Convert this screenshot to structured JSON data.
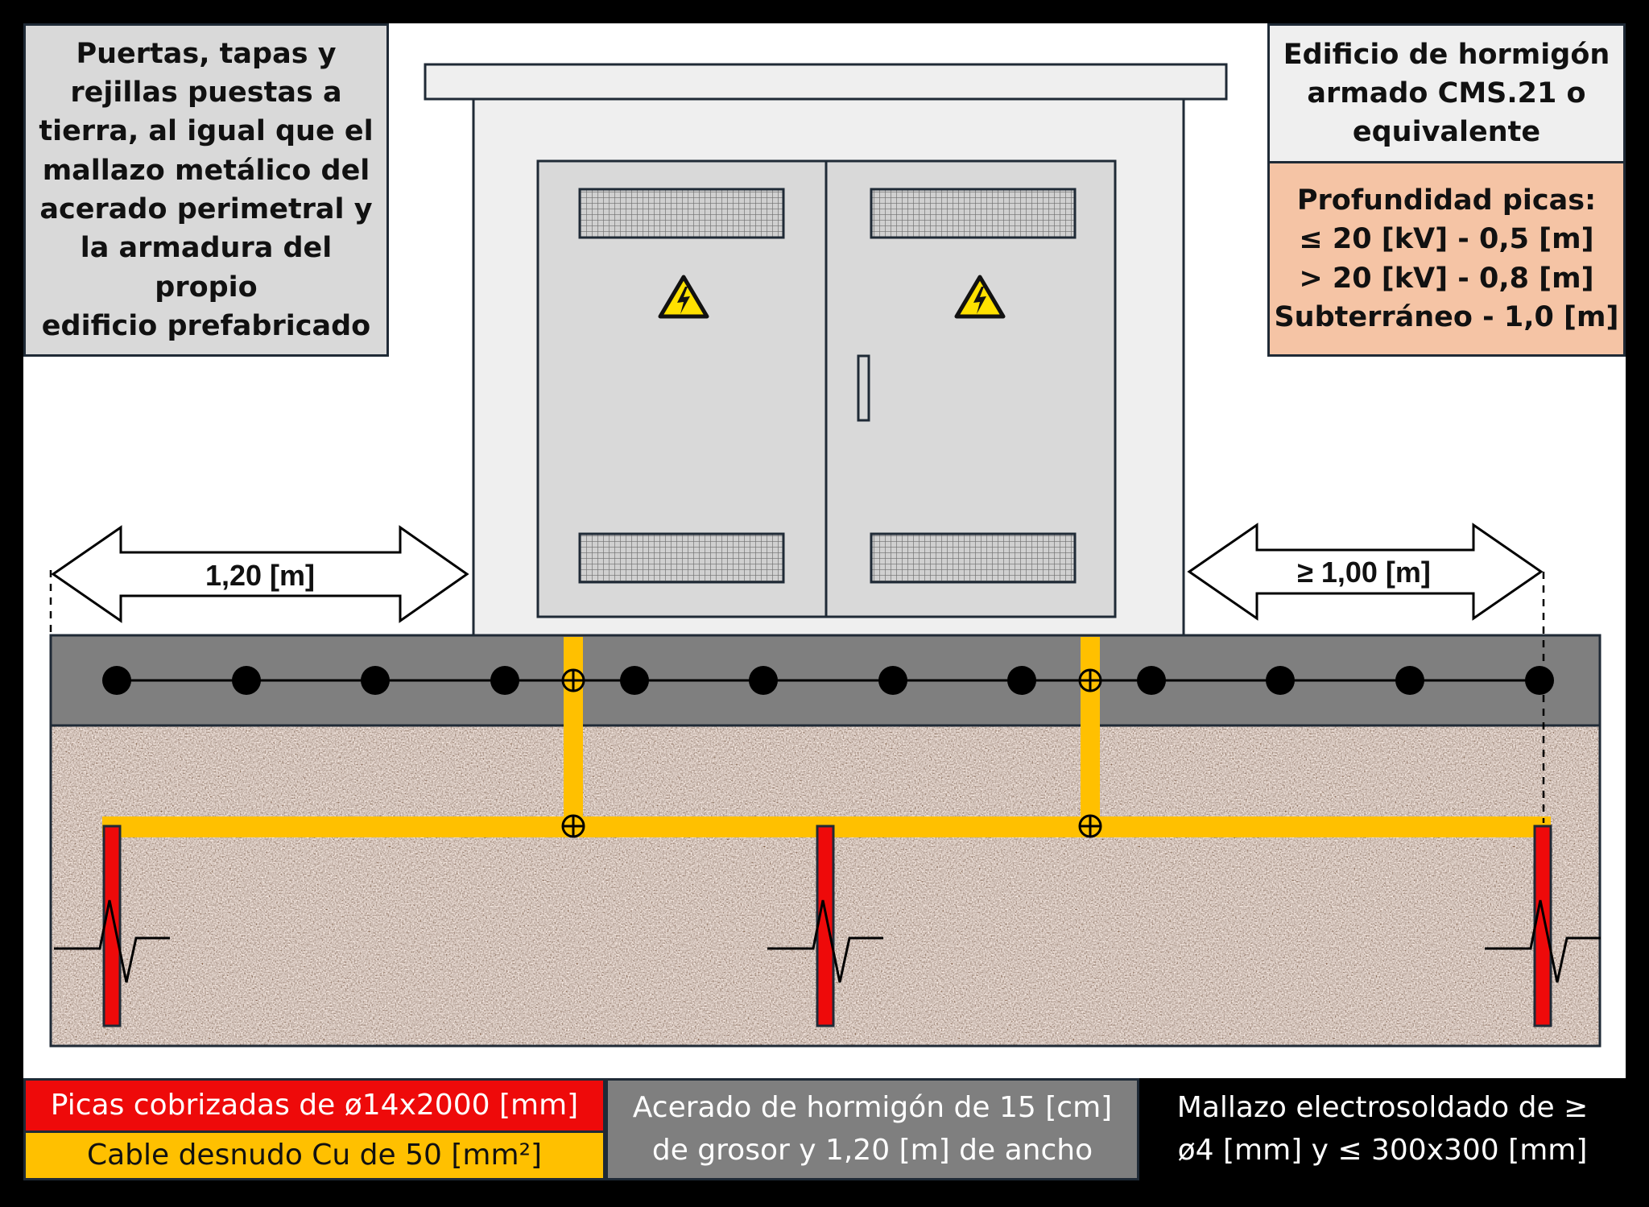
{
  "notes": {
    "grounded_parts": [
      "Puertas, tapas y",
      "rejillas puestas a",
      "tierra, al igual que el",
      "mallazo metálico del",
      "acerado perimetral y",
      "la armadura del propio",
      "edificio prefabricado"
    ],
    "building": [
      "Edificio de hormigón",
      "armado CMS.21 o",
      "equivalente"
    ],
    "depth": [
      "Profundidad picas:",
      "≤ 20 [kV] - 0,5 [m]",
      "> 20 [kV] - 0,8 [m]",
      "Subterráneo - 1,0 [m]"
    ]
  },
  "dimensions": {
    "left": "1,20 [m]",
    "right": "≥ 1,00 [m]"
  },
  "legend": {
    "picas": "Picas cobrizadas de ø14x2000 [mm]",
    "cable": "Cable desnudo Cu de 50 [mm²]",
    "acerado": [
      "Acerado de hormigón de 15 [cm]",
      "de grosor  y 1,20  [m] de ancho"
    ],
    "mallazo": [
      "Mallazo electrosoldado de ≥",
      "ø4 [mm] y ≤ 300x300 [mm]"
    ]
  },
  "colors": {
    "background": "#000000",
    "canvas": "#ffffff",
    "building_wall": "#efefef",
    "doors": "#d9d9d9",
    "sidewalk": "#7f7f7f",
    "soil": "#9e918a",
    "cable": "#ffc000",
    "rods": "#ee0a0a",
    "depth_note": "#f5c4a5",
    "warning": "#ffe100"
  }
}
